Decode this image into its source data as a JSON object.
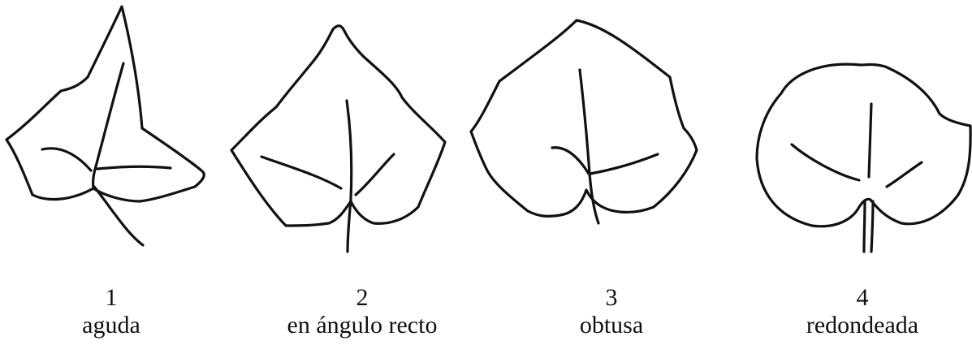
{
  "leaves": [
    {
      "number": "1",
      "label": "aguda"
    },
    {
      "number": "2",
      "label": "en ángulo recto"
    },
    {
      "number": "3",
      "label": "obtusa"
    },
    {
      "number": "4",
      "label": "redondeada"
    }
  ]
}
